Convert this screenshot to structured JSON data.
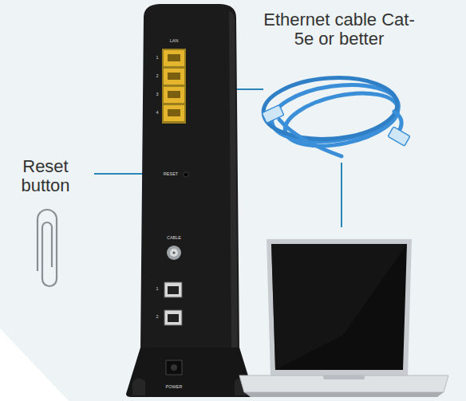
{
  "diagram": {
    "labels": [
      "Reset button",
      "Ethernet cable Cat-5e or better",
      "LAN",
      "1",
      "2",
      "3",
      "4",
      "RESET",
      "CABLE",
      "1",
      "2",
      "POWER"
    ]
  }
}
